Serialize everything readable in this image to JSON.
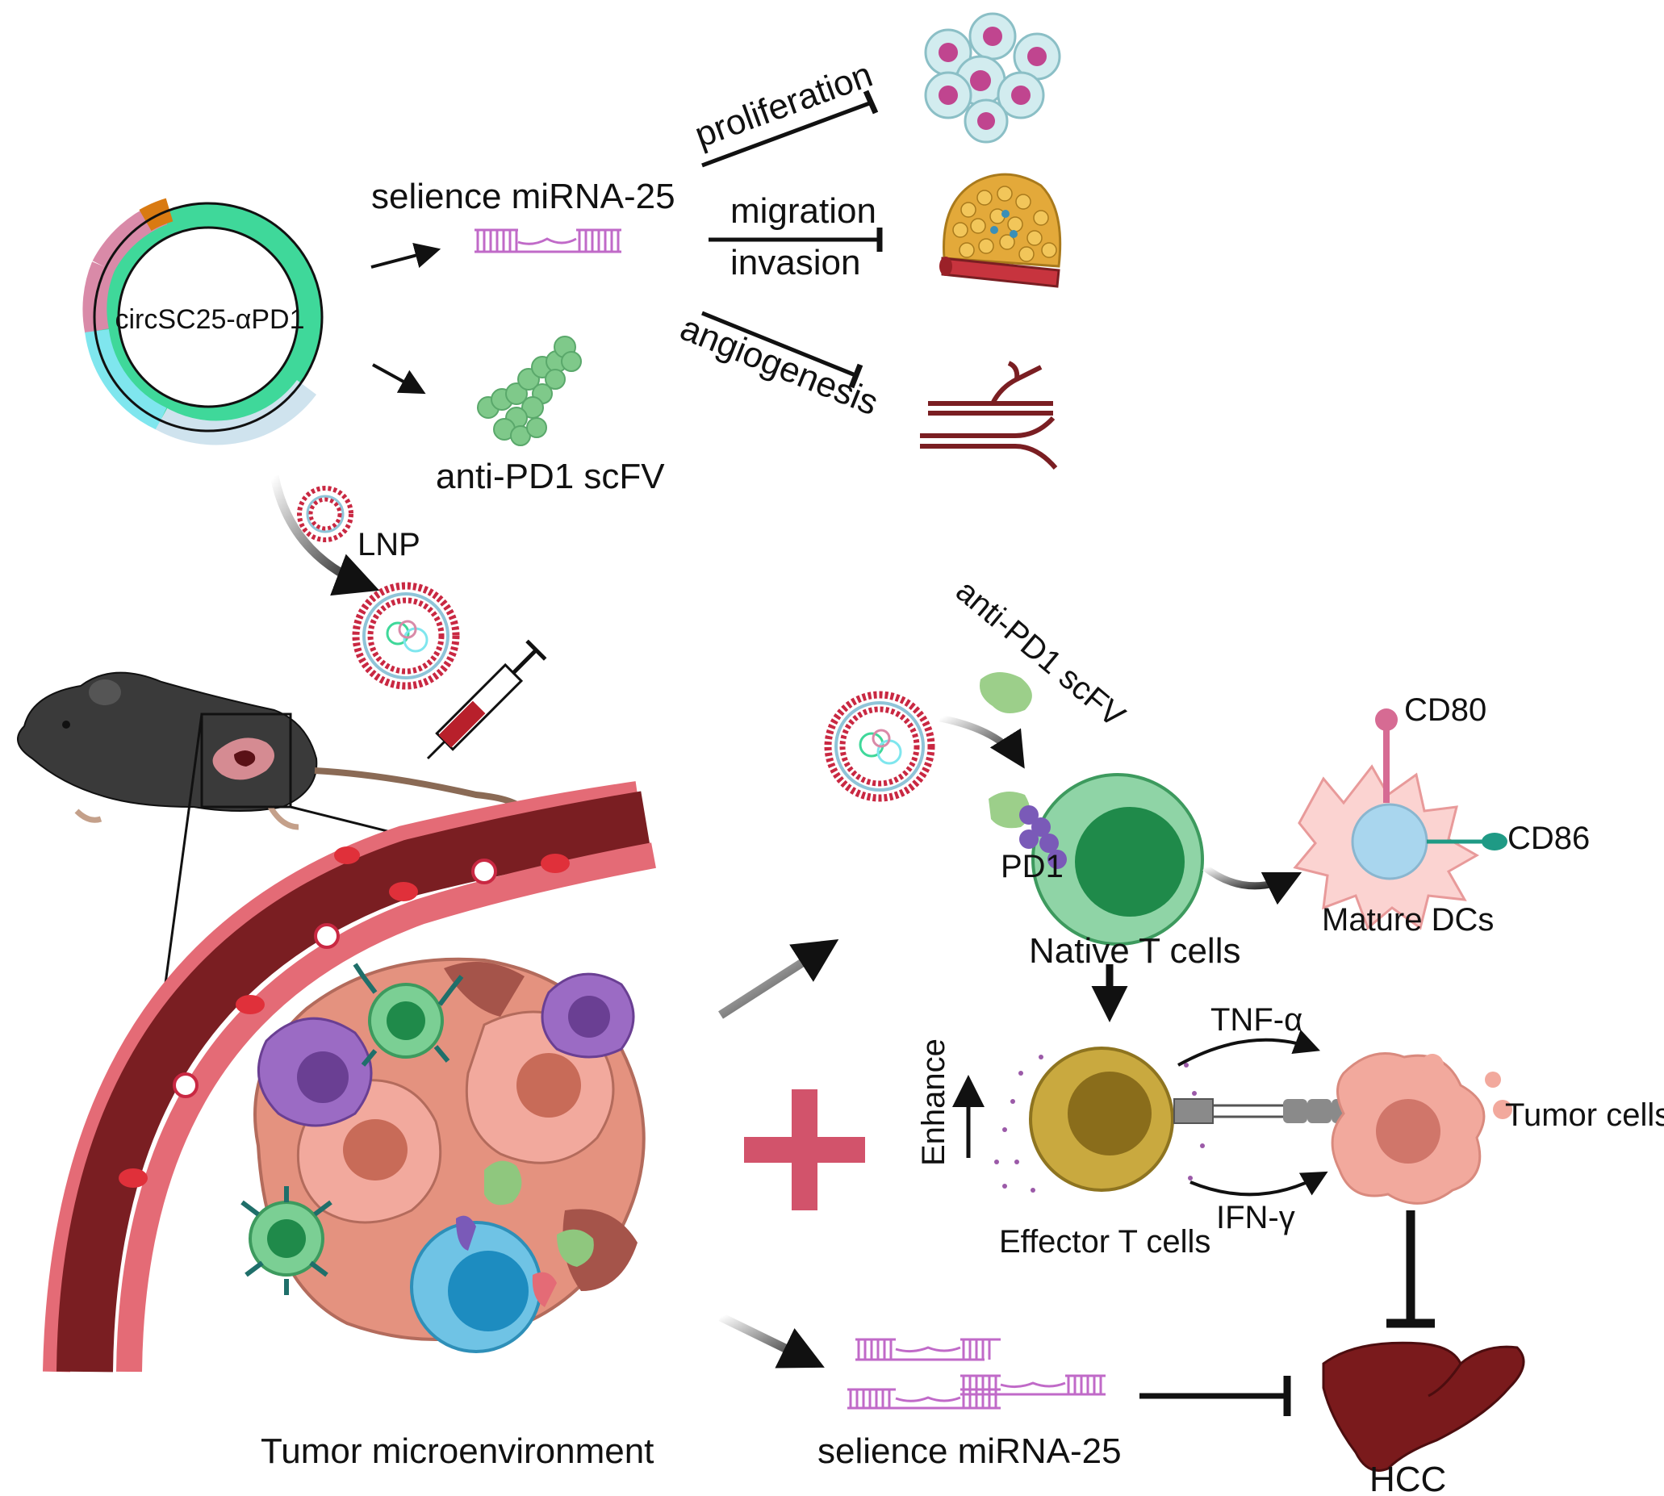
{
  "labels": {
    "plasmid": "circSC25-αPD1",
    "silence_top": "selience miRNA-25",
    "antipd1_top": "anti-PD1 scFV",
    "proliferation": "proliferation",
    "migration": "migration",
    "invasion": "invasion",
    "angiogenesis": "angiogenesis",
    "lnp": "LNP",
    "antipd1_right": "anti-PD1 scFV",
    "cd80": "CD80",
    "cd86": "CD86",
    "pd1": "PD1",
    "native_t": "Native T cells",
    "mature_dc": "Mature DCs",
    "tnf": "TNF-α",
    "ifn": "IFN-γ",
    "enhance": "Enhance",
    "effector_t": "Effector T cells",
    "tumor_cells": "Tumor cells",
    "tme": "Tumor microenvironment",
    "silence_bottom": "selience miRNA-25",
    "hcc": "HCC"
  },
  "colors": {
    "plasmid_green": "#3fd89a",
    "plasmid_cyan": "#7fe6ee",
    "plasmid_pink": "#d98aa8",
    "plasmid_orange": "#d97a12",
    "plasmid_lightblue": "#cfe3ee",
    "vessel_dark": "#7a1e22",
    "vessel_red": "#c8424a",
    "rna_purple": "#c06ac8",
    "scfv_green": "#7fc98a",
    "t_cell_green": "#6fc38f",
    "effector_gold": "#b9992e",
    "tumor_pink": "#f2a99d",
    "liver": "#7a1a1c",
    "plus": "#d2536b"
  }
}
